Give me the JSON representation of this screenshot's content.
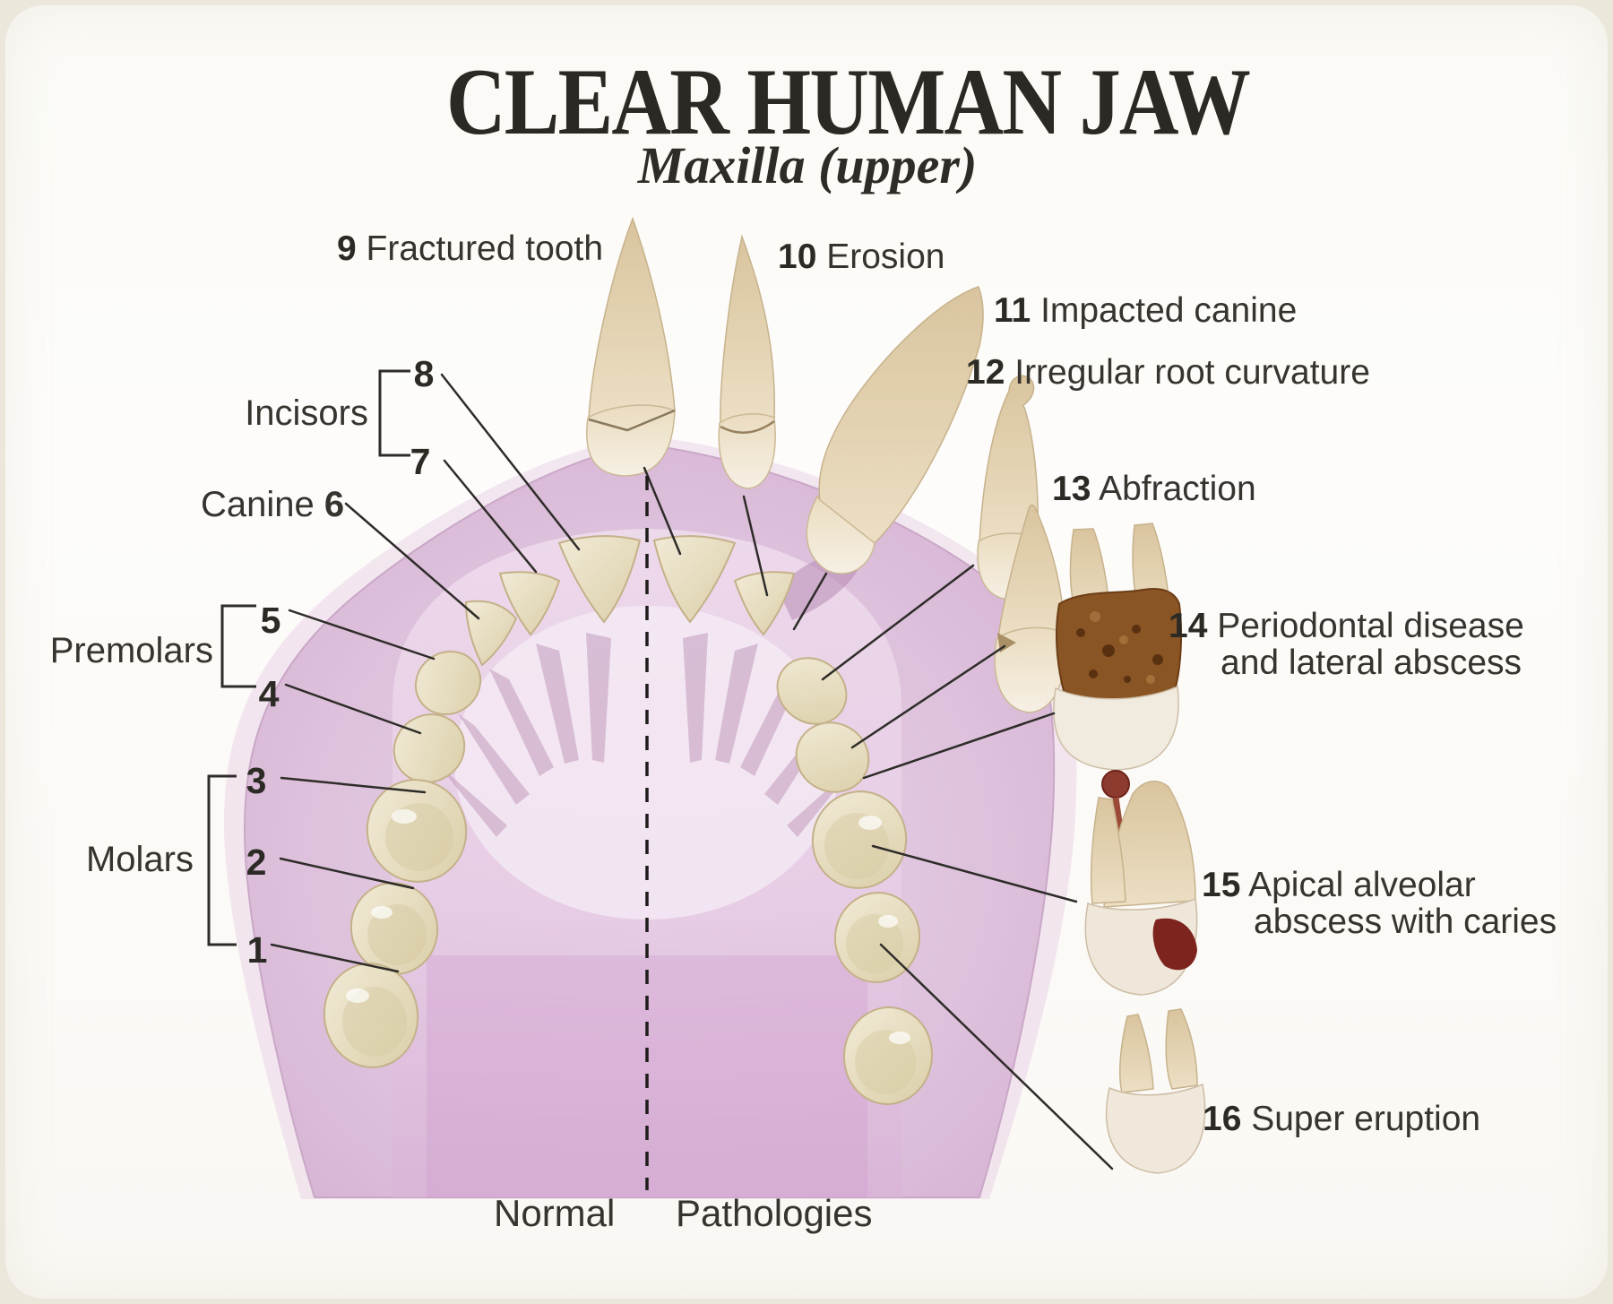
{
  "title": "CLEAR HUMAN JAW",
  "subtitle": "Maxilla (upper)",
  "tooth_groups": {
    "incisors": {
      "label": "Incisors",
      "numbers": [
        "8",
        "7"
      ]
    },
    "canine": {
      "label": "Canine",
      "number": "6"
    },
    "premolars": {
      "label": "Premolars",
      "numbers": [
        "5",
        "4"
      ]
    },
    "molars": {
      "label": "Molars",
      "numbers": [
        "3",
        "2",
        "1"
      ]
    }
  },
  "pathologies": [
    {
      "num": "9",
      "label": "Fractured tooth"
    },
    {
      "num": "10",
      "label": "Erosion"
    },
    {
      "num": "11",
      "label": "Impacted canine"
    },
    {
      "num": "12",
      "label": "Irregular root curvature"
    },
    {
      "num": "13",
      "label": "Abfraction"
    },
    {
      "num": "14",
      "label": "Periodontal disease",
      "label2": "and lateral abscess"
    },
    {
      "num": "15",
      "label": "Apical alveolar",
      "label2": "abscess with caries"
    },
    {
      "num": "16",
      "label": "Super eruption"
    }
  ],
  "footer": {
    "normal": "Normal",
    "pathologies": "Pathologies"
  },
  "colors": {
    "jaw_pink": "#dcbcda",
    "palate_light": "#f4e9f3",
    "tooth_cream": "#e9e1c8",
    "root_beige": "#dcc8a4",
    "tartar_brown": "#8a5524",
    "abscess_red": "#8d3b2e",
    "ink": "#37342f",
    "card_bg": "#fcfbf7"
  }
}
